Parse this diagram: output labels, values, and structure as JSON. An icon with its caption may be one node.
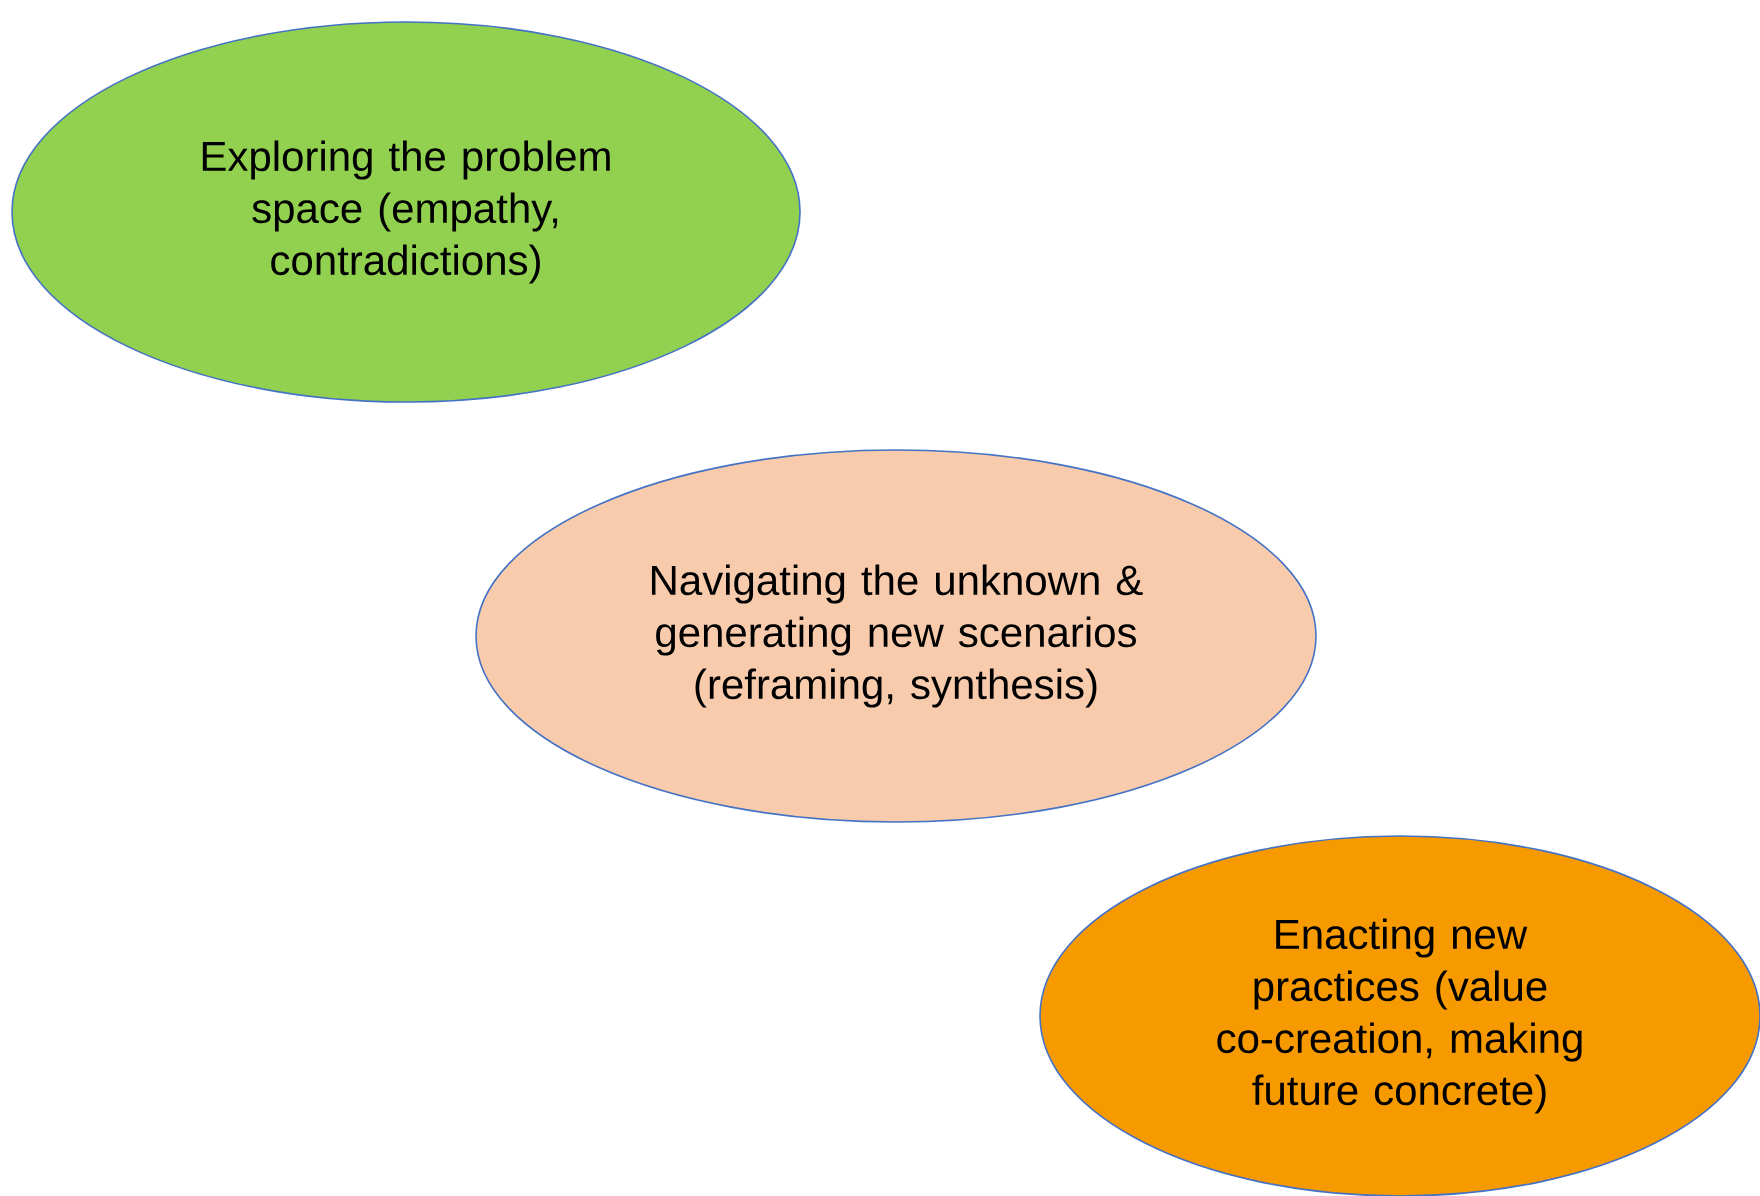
{
  "diagram": {
    "nodes": [
      {
        "text": [
          "Exploring the problem space (empathy, contradictions)"
        ]
      },
      {
        "text": [
          "Navigating the unknown & generating new scenarios (reframing, synthesis)"
        ]
      },
      {
        "text": [
          "Enacting new practices (value co-creation, making future concrete)"
        ]
      }
    ]
  }
}
